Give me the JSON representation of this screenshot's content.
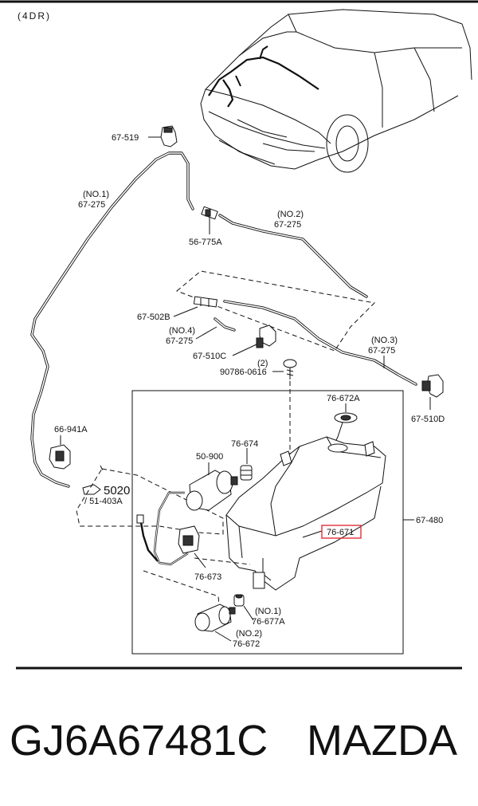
{
  "variant": "(4DR)",
  "labels": {
    "p67_519": "67-519",
    "no1_top": "(NO.1)",
    "p67_275_a": "67-275",
    "p56_775a": "56-775A",
    "no2_top": "(NO.2)",
    "p67_275_b": "67-275",
    "p67_502b": "67-502B",
    "no4": "(NO.4)",
    "p67_275_c": "67-275",
    "p67_510c": "67-510C",
    "qty2": "(2)",
    "p90786": "90786-0616",
    "no3": "(NO.3)",
    "p67_275_d": "67-275",
    "p67_510d": "67-510D",
    "p76_672a": "76-672A",
    "p66_941a": "66-941A",
    "p76_674": "76-674",
    "p50_900": "50-900",
    "p5020": "5020",
    "p51_403a": "/ 51-403A",
    "p67_480": "67-480",
    "p76_671": "76-671",
    "p76_673": "76-673",
    "no1_bottom": "(NO.1)",
    "p76_677a": "76-677A",
    "no2_bottom": "(NO.2)",
    "p76_672": "76-672"
  },
  "colors": {
    "ink": "#111111",
    "highlight": "#e0303a"
  },
  "footer": {
    "part_number": "GJ6A67481C",
    "brand": "MAZDA"
  }
}
